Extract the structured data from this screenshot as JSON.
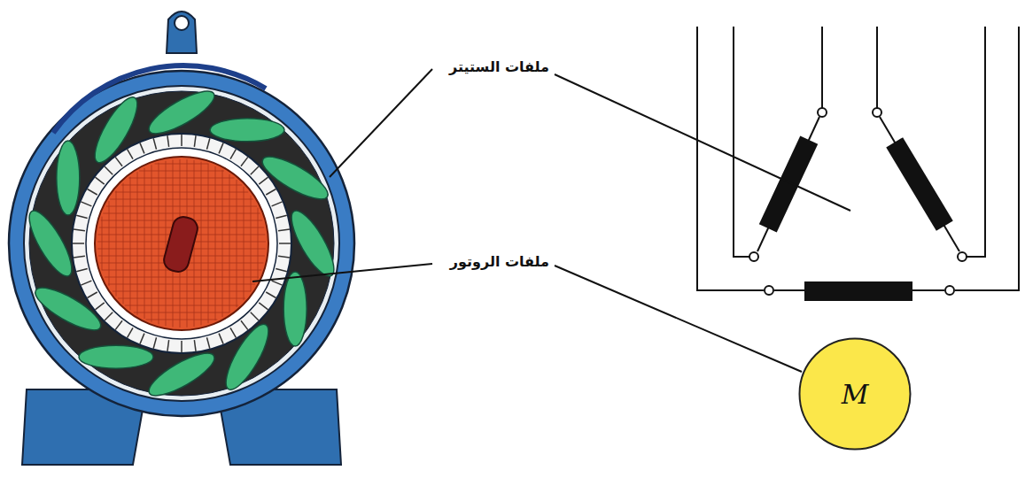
{
  "diagram": {
    "nodes": [
      {
        "text": [
          "M"
        ]
      }
    ],
    "labels": [
      "ملفات الستيتر",
      "ملفات الروتور"
    ]
  }
}
